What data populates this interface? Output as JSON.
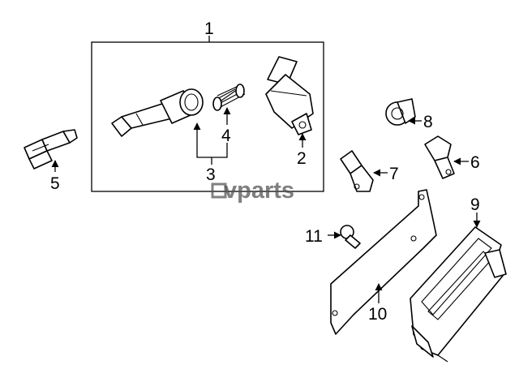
{
  "diagram": {
    "watermark": "vparts",
    "callouts": [
      {
        "id": "c1",
        "text": "1"
      },
      {
        "id": "c2",
        "text": "2"
      },
      {
        "id": "c3",
        "text": "3"
      },
      {
        "id": "c4",
        "text": "4"
      },
      {
        "id": "c5",
        "text": "5"
      },
      {
        "id": "c6",
        "text": "6"
      },
      {
        "id": "c7",
        "text": "7"
      },
      {
        "id": "c8",
        "text": "8"
      },
      {
        "id": "c9",
        "text": "9"
      },
      {
        "id": "c10",
        "text": "10"
      },
      {
        "id": "c11",
        "text": "11"
      }
    ]
  }
}
